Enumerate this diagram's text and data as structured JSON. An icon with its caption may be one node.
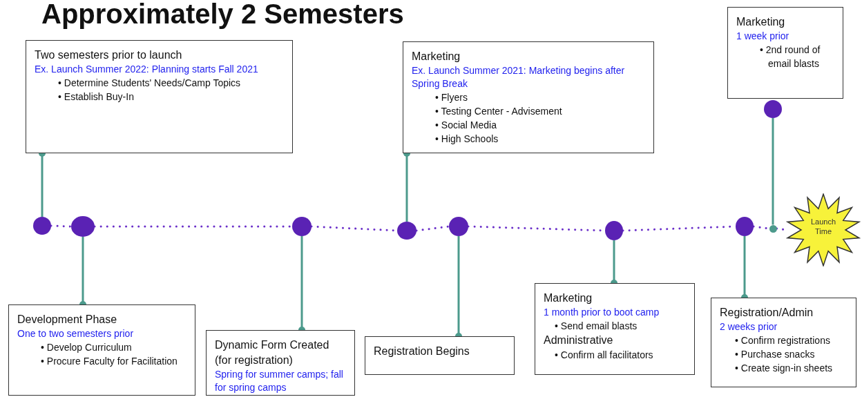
{
  "diagram": {
    "title": "Approximately 2 Semesters",
    "nodes": [
      {
        "text": [
          "Two semesters prior to launch",
          "Ex. Launch Summer 2022: Planning starts Fall 2021",
          "• Determine Students' Needs/Camp Topics",
          "• Establish Buy-In"
        ]
      },
      {
        "text": [
          "Marketing",
          "Ex. Launch Summer 2021: Marketing begins after Spring Break",
          "• Flyers",
          "• Testing Center - Advisement",
          "• Social Media",
          "• High Schools"
        ]
      },
      {
        "text": [
          "Marketing",
          "1 week prior",
          "• 2nd round of email blasts"
        ]
      },
      {
        "text": [],
        "shape": "circle"
      },
      {
        "text": [],
        "shape": "circle"
      },
      {
        "text": [],
        "shape": "circle"
      },
      {
        "text": [],
        "shape": "circle"
      },
      {
        "text": [],
        "shape": "circle"
      },
      {
        "text": [],
        "shape": "circle"
      },
      {
        "text": [],
        "shape": "circle"
      },
      {
        "text": [],
        "shape": "circle"
      },
      {
        "text": [
          "Launch Time"
        ]
      },
      {
        "text": [
          "Development Phase",
          "One to two semesters prior",
          "• Develop Curriculum",
          "• Procure Faculty for Facilitation"
        ]
      },
      {
        "text": [
          "Dynamic Form Created (for registration)",
          "Spring for summer camps; fall for spring camps"
        ]
      },
      {
        "text": [
          "Registration Begins"
        ]
      },
      {
        "text": [
          "Marketing",
          "1 month prior to boot camp",
          "• Send email blasts",
          "Administrative",
          "• Confirm all facilitators"
        ]
      },
      {
        "text": [
          "Registration/Admin",
          "2 weeks prior",
          "• Confirm registrations",
          "• Purchase snacks",
          "• Create sign-in sheets"
        ]
      },
      {
        "text": [],
        "shape": "circle"
      }
    ],
    "edges": [
      {
        "from": 4,
        "to": 0,
        "arrow": "other"
      },
      {
        "from": 5,
        "to": 12,
        "arrow": "other"
      },
      {
        "from": 6,
        "to": 13,
        "arrow": "other"
      },
      {
        "from": 7,
        "to": 1,
        "arrow": "other"
      },
      {
        "from": 8,
        "to": 14,
        "arrow": "other"
      },
      {
        "from": 9,
        "to": 15,
        "arrow": "other"
      },
      {
        "from": 10,
        "to": 16,
        "arrow": "other"
      },
      {
        "from": 3,
        "to": 17,
        "arrow": "none"
      },
      {
        "from": 4,
        "to": 5,
        "arrow": "none",
        "style": "dashed",
        "color": "#6a2fc9"
      },
      {
        "from": 5,
        "to": 6,
        "arrow": "none",
        "style": "dashed",
        "color": "#6a2fc9"
      },
      {
        "from": 6,
        "to": 7,
        "arrow": "none",
        "style": "dashed",
        "color": "#6a2fc9"
      },
      {
        "from": 7,
        "to": 8,
        "arrow": "none",
        "style": "dashed",
        "color": "#6a2fc9"
      },
      {
        "from": 8,
        "to": 9,
        "arrow": "none",
        "style": "dashed",
        "color": "#6a2fc9"
      },
      {
        "from": 9,
        "to": 10,
        "arrow": "none",
        "style": "dashed",
        "color": "#6a2fc9"
      },
      {
        "from": 10,
        "to": 17,
        "arrow": "none",
        "style": "dashed",
        "color": "#6a2fc9"
      },
      {
        "from": 17,
        "to": 11,
        "arrow": "none",
        "style": "dashed",
        "color": "#6a2fc9"
      }
    ]
  }
}
